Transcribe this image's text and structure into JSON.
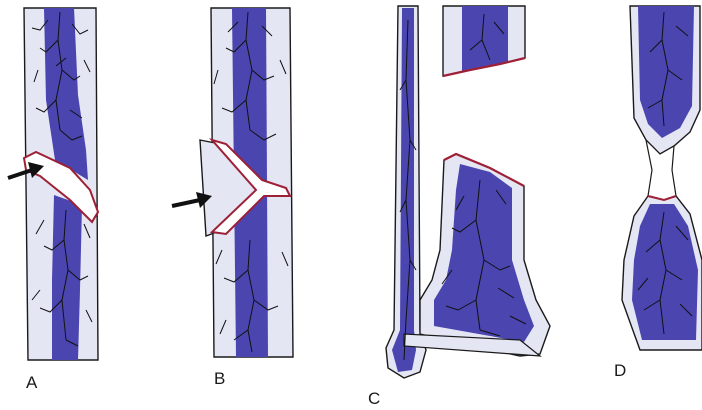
{
  "labels": {
    "a": "A",
    "b": "B",
    "c": "C",
    "d": "D"
  },
  "colors": {
    "marrow": "#4b45b0",
    "cortex": "#e4e6f3",
    "outline": "#1a1a1a",
    "fracture_edge": "#9e2037",
    "vessel": "#111111",
    "background": "#ffffff"
  }
}
